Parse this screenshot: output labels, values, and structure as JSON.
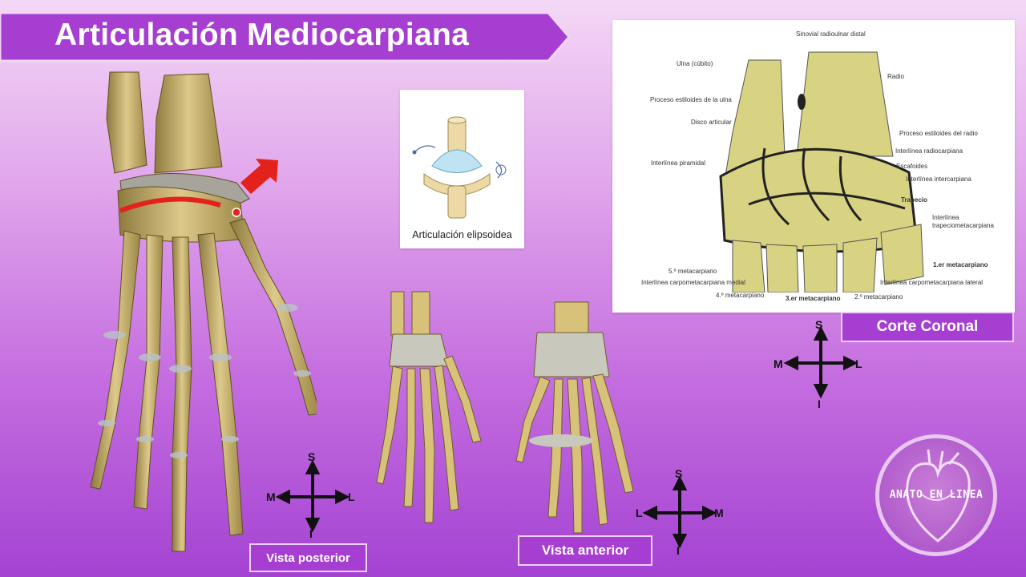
{
  "title": "Articulación Mediocarpiana",
  "elipsoidea_caption": "Articulación elipsoidea",
  "coronal_labels": {
    "sinovial": "Sinovial radioulnar distal",
    "ulna": "Ulna (cúbito)",
    "radio": "Radio",
    "proceso_ulna": "Proceso estiloides de la ulna",
    "disco": "Disco articular",
    "proceso_radio": "Proceso estiloides del radio",
    "radiocarpiana": "Interlínea radiocarpiana",
    "piramidal": "Interlínea piramidal",
    "escafoides": "Escafoides",
    "intercarpiana": "Interlínea intercarpiana",
    "trapecio": "Trapecio",
    "trapeciometacarpiana_1": "Interlínea",
    "trapeciometacarpiana_2": "trapeciometacarpiana",
    "metacarpiano_1": "1.er metacarpiano",
    "metacarpiano_5": "5.º metacarpiano",
    "cmc_medial": "Interlínea carpometacarpiana medial",
    "cmc_lateral": "Interlínea carpometacarpiana lateral",
    "metacarpiano_4": "4.º metacarpiano",
    "metacarpiano_3": "3.er metacarpiano",
    "metacarpiano_2": "2.º metacarpiano"
  },
  "tags": {
    "coronal": "Corte Coronal",
    "posterior": "Vista posterior",
    "anterior": "Vista anterior"
  },
  "compass_coronal": {
    "s": "S",
    "i": "I",
    "left": "M",
    "right": "L"
  },
  "compass_posterior": {
    "s": "S",
    "i": "I",
    "left": "M",
    "right": "L"
  },
  "compass_anterior": {
    "s": "S",
    "i": "I",
    "left": "L",
    "right": "M"
  },
  "logo": "ANATO EN LINEA",
  "colors": {
    "banner": "#a63fd1",
    "bone": "#d8c27a",
    "highlight": "#e3221c"
  }
}
